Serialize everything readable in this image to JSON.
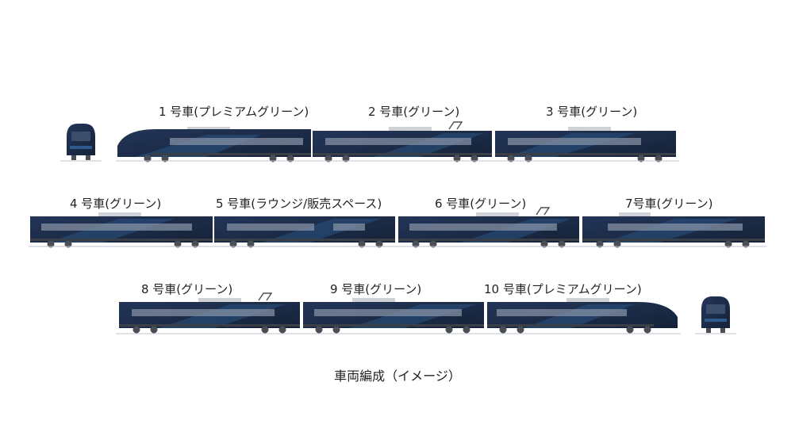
{
  "cars": [
    {
      "label": "1 号車(プレミアムグリーン)"
    },
    {
      "label": "2 号車(グリーン)"
    },
    {
      "label": "3 号車(グリーン)"
    },
    {
      "label": "4 号車(グリーン)"
    },
    {
      "label": "5 号車(ラウンジ/販売スペース)"
    },
    {
      "label": "6 号車(グリーン)"
    },
    {
      "label": "7号車(グリーン)"
    },
    {
      "label": "8 号車(グリーン)"
    },
    {
      "label": "9 号車(グリーン)"
    },
    {
      "label": "10 号車(プレミアムグリーン)"
    }
  ],
  "caption": "車両編成（イメージ）",
  "colors": {
    "body": "#1b2a45",
    "accent": "#2f5a8e",
    "window": "#8a96a8",
    "roof": "#cfd3d8",
    "wheel": "#4a4f57",
    "rail": "#bfc3c8",
    "text": "#222222"
  }
}
